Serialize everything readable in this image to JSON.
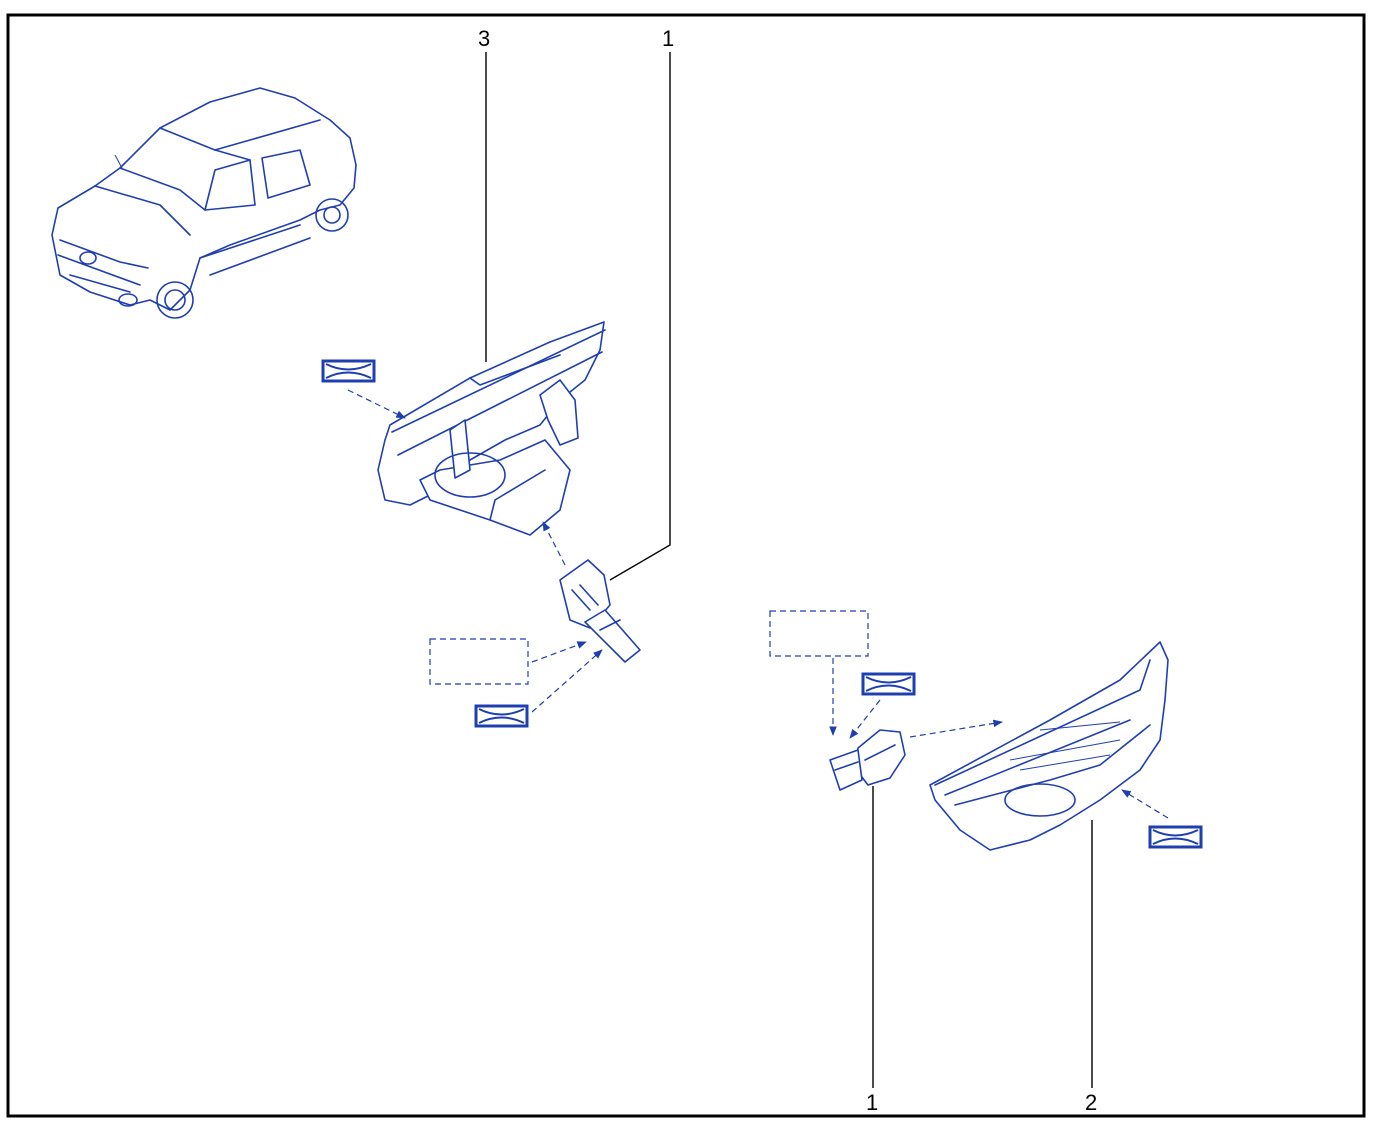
{
  "diagram": {
    "colors": {
      "frame": "#000000",
      "ink": "#1f3fb0",
      "callout": "#000000",
      "background": "#ffffff"
    },
    "callouts": {
      "part_3_top": "3",
      "part_1_top": "1",
      "part_1_bottom": "1",
      "part_2_bottom": "2"
    },
    "icons": {
      "car": "car-illustration",
      "lamp_rear": "side-repeater-lamp-housing",
      "lamp_front": "side-repeater-lamp-lens",
      "bulb": "wedge-bulb",
      "badge": "reference-symbol-box",
      "placeholder": "dashed-reference-box"
    }
  }
}
